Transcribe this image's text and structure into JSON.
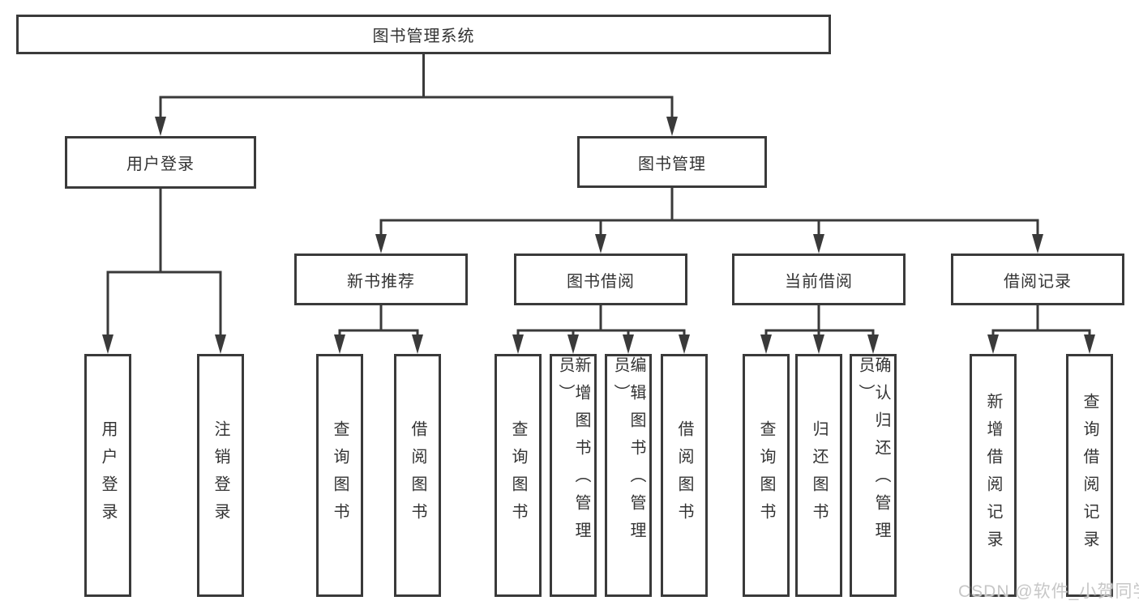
{
  "diagram_type": "hierarchy-tree",
  "colors": {
    "line": "#3a3a3a",
    "box_border": "#3a3a3a",
    "box_fill": "#ffffff",
    "text": "#333333",
    "watermark": "#c7c7c7"
  },
  "tree": {
    "label": "图书管理系统",
    "children": [
      {
        "label": "用户登录",
        "children": [
          {
            "label": "用户登录"
          },
          {
            "label": "注销登录"
          }
        ]
      },
      {
        "label": "图书管理",
        "children": [
          {
            "label": "新书推荐",
            "children": [
              {
                "label": "查询图书"
              },
              {
                "label": "借阅图书"
              }
            ]
          },
          {
            "label": "图书借阅",
            "children": [
              {
                "label": "查询图书"
              },
              {
                "label": "新增图书（管理员）"
              },
              {
                "label": "编辑图书（管理员）"
              },
              {
                "label": "借阅图书"
              }
            ]
          },
          {
            "label": "当前借阅",
            "children": [
              {
                "label": "查询图书"
              },
              {
                "label": "归还图书"
              },
              {
                "label": "确认归还（管理员）"
              }
            ]
          },
          {
            "label": "借阅记录",
            "children": [
              {
                "label": "新增借阅记录"
              },
              {
                "label": "查询借阅记录"
              }
            ]
          }
        ]
      }
    ]
  },
  "watermark": {
    "text": "CSDN @软件_小贺同学"
  }
}
